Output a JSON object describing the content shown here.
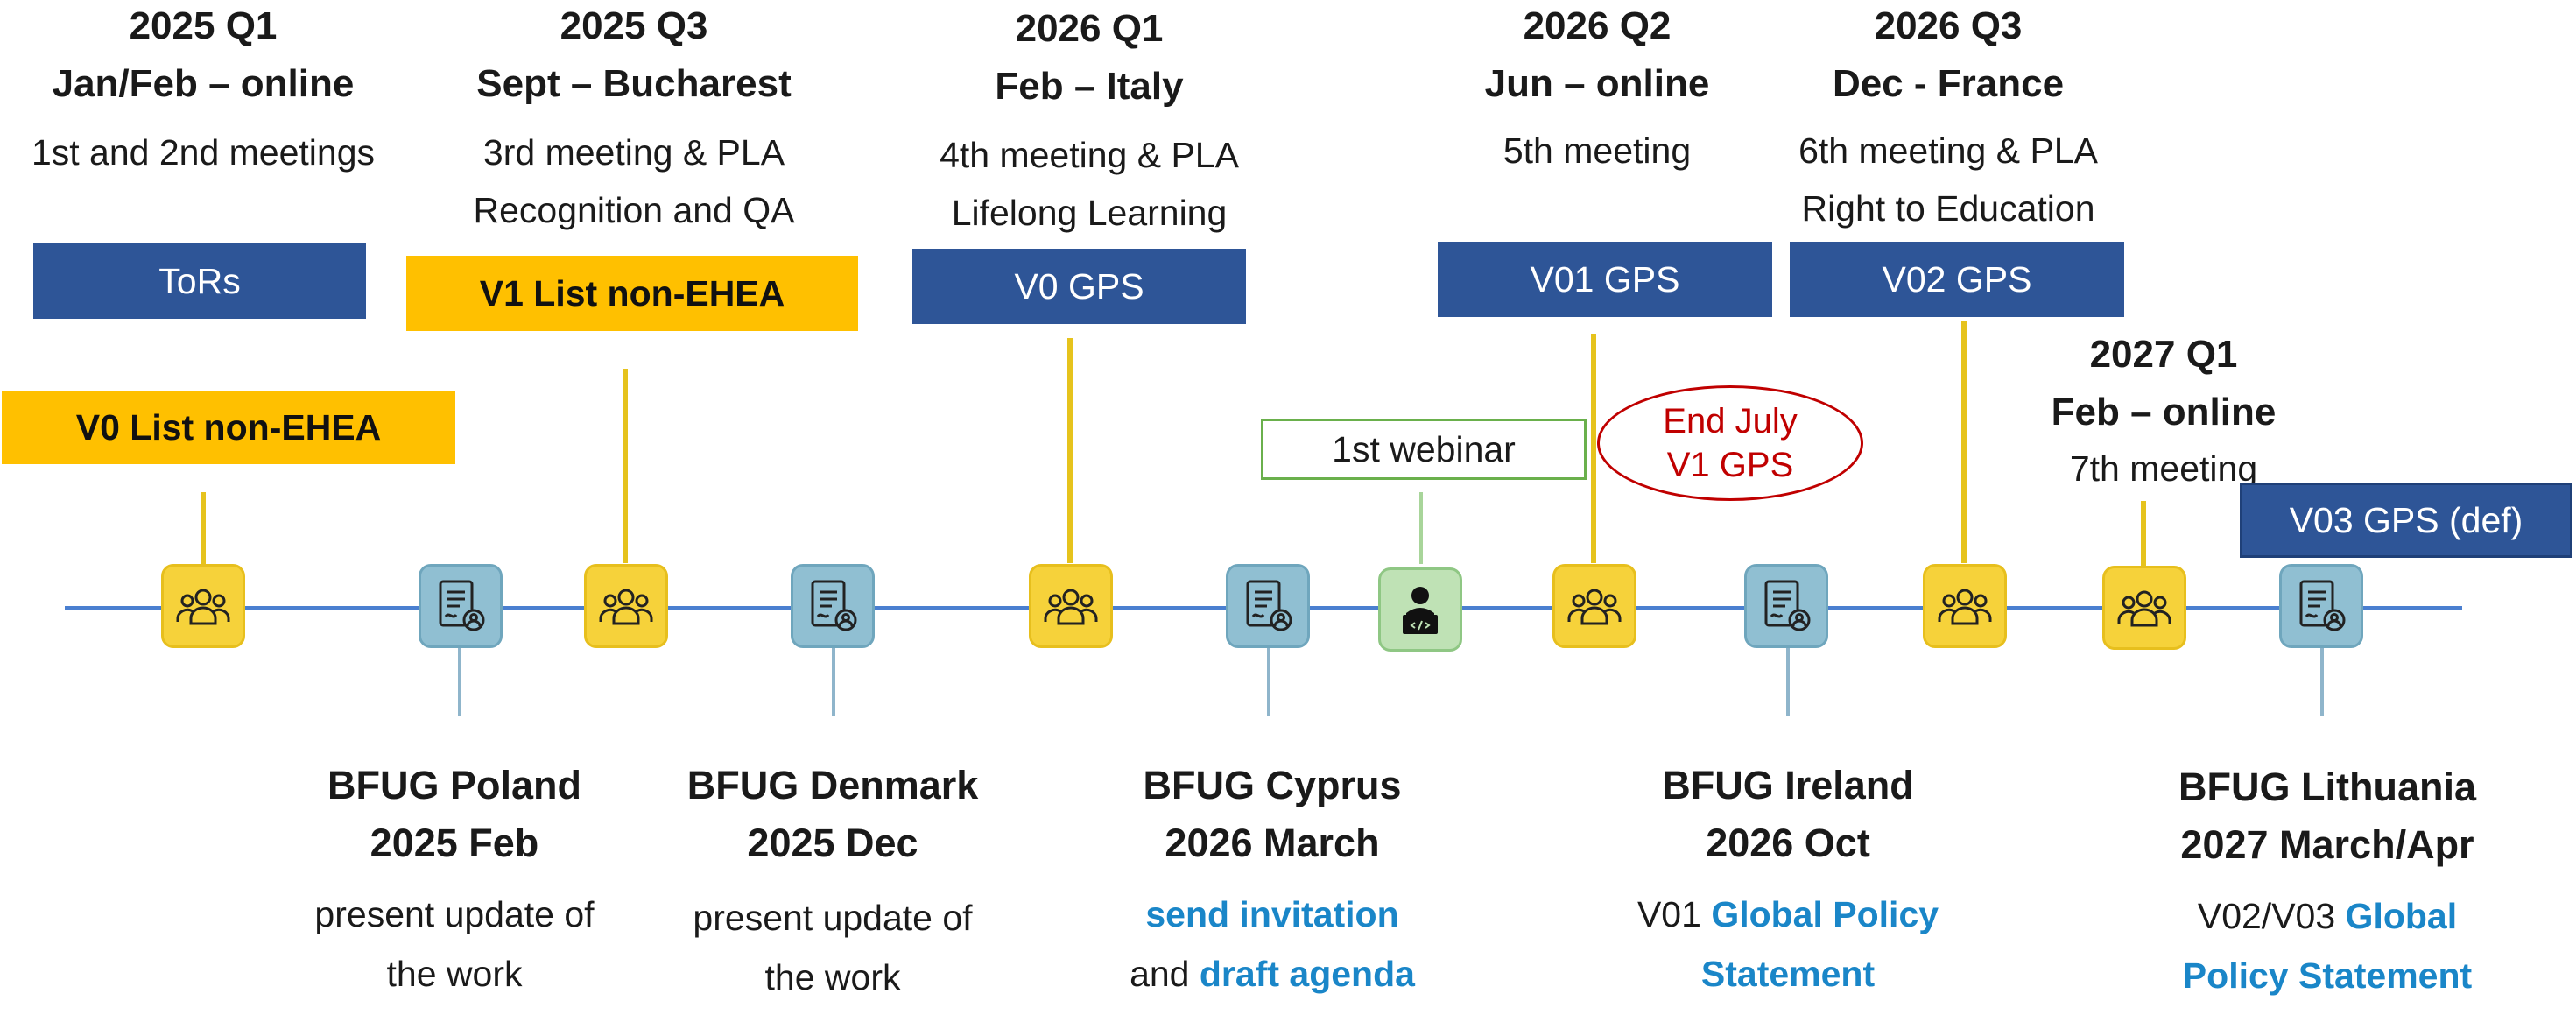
{
  "top_labels": [
    {
      "title1": "2025 Q1",
      "title2": "Jan/Feb – online",
      "lines": [
        "1st and 2nd meetings"
      ]
    },
    {
      "title1": "2025 Q3",
      "title2": "Sept – Bucharest",
      "lines": [
        "3rd meeting & PLA",
        "Recognition and QA"
      ]
    },
    {
      "title1": "2026 Q1",
      "title2": "Feb – Italy",
      "lines": [
        "4th meeting & PLA",
        "Lifelong Learning"
      ]
    },
    {
      "title1": "2026 Q2",
      "title2": "Jun – online",
      "lines": [
        "5th meeting"
      ]
    },
    {
      "title1": "2026 Q3",
      "title2": "Dec - France",
      "lines": [
        "6th meeting & PLA",
        "Right to Education"
      ]
    },
    {
      "title1": "2027 Q1",
      "title2": "Feb – online",
      "lines": [
        "7th meeting"
      ]
    }
  ],
  "boxes": {
    "tors": "ToRs",
    "v1_list": "V1 List non-EHEA",
    "v0_gps": "V0 GPS",
    "v01_gps": "V01 GPS",
    "v02_gps": "V02 GPS",
    "v0_list": "V0 List non-EHEA",
    "v03_gps": "V03 GPS (def)",
    "webinar": "1st webinar"
  },
  "ellipse_note": {
    "line1": "End July",
    "line2": "V1 GPS",
    "color": "#c00000"
  },
  "bfug": [
    {
      "name": "BFUG Poland",
      "date": "2025 Feb",
      "note_plain": "present update of",
      "note_plain2": "the work"
    },
    {
      "name": "BFUG Denmark",
      "date": "2025 Dec",
      "note_plain": "present update of",
      "note_plain2": "the work"
    },
    {
      "name": "BFUG Cyprus",
      "date": "2026 March",
      "link1": "send invitation",
      "and": "and",
      "link2": "draft agenda"
    },
    {
      "name": "BFUG Ireland",
      "date": "2026 Oct",
      "prefix": "V01",
      "link1": "Global Policy",
      "link2": "Statement"
    },
    {
      "name": "BFUG Lithuania",
      "date": "2027 March/Apr",
      "prefix": "V02/V03",
      "link1": "Global",
      "link2": "Policy Statement"
    }
  ],
  "icons": [
    "people-icon",
    "document-icon",
    "people-icon",
    "document-icon",
    "people-icon",
    "document-icon",
    "webinar-icon",
    "people-icon",
    "document-icon",
    "people-icon",
    "people-icon",
    "document-icon"
  ],
  "colors": {
    "timeline": "#4a7fd0",
    "navy": "#2e5597",
    "gold": "#ffc000",
    "link": "#1a86c8",
    "people_icon_bg": "#f6d23a",
    "doc_icon_bg": "#90bfd2",
    "webinar_icon_bg": "#bfe2b5"
  }
}
